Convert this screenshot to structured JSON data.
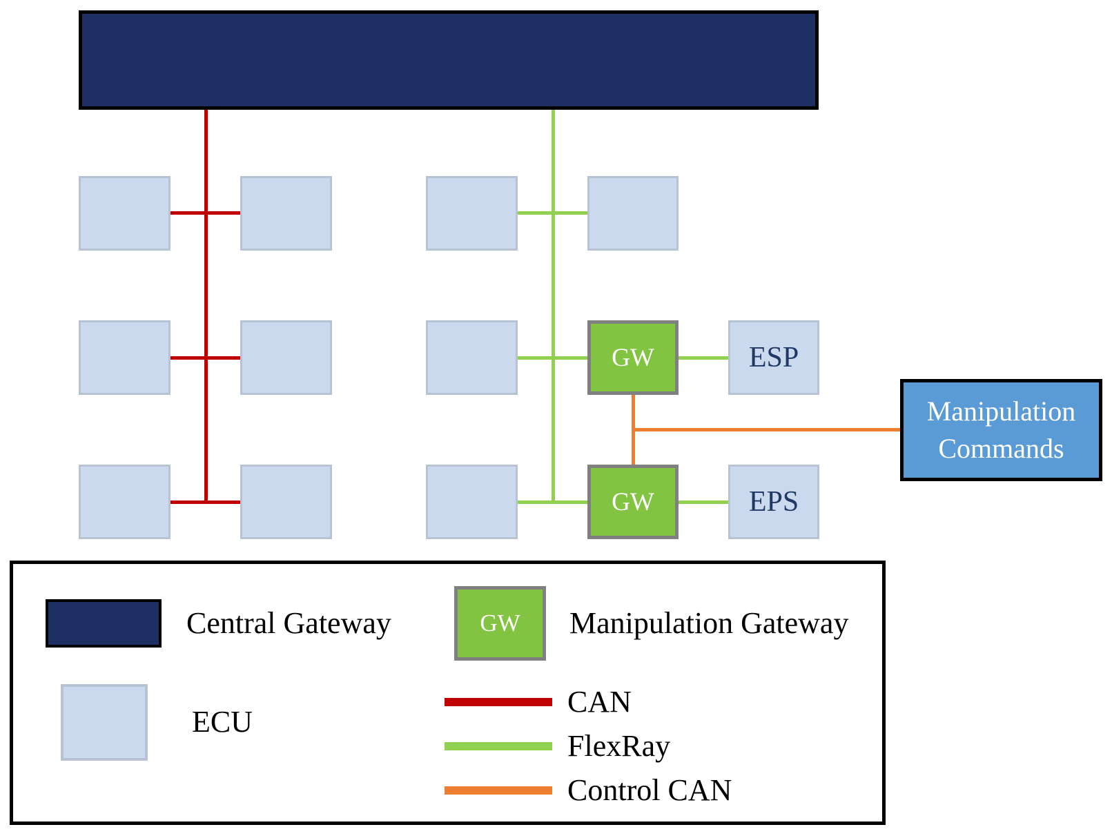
{
  "colors": {
    "navy": "#1E2F64",
    "ecu_fill": "#CBD9EE",
    "ecu_border": "#B7C3D2",
    "gw_green": "#82C341",
    "gw_border_gray": "#808080",
    "can_red": "#C00000",
    "flexray_green": "#92D050",
    "control_can_orange": "#ED7D31",
    "command_blue": "#5B9BD5",
    "node_text_navy": "#1F3864",
    "black": "#000000"
  },
  "nodes": {
    "gw_upper": "GW",
    "gw_lower": "GW",
    "esp": "ESP",
    "eps": "EPS",
    "manipulation_commands": {
      "line1": "Manipulation",
      "line2": "Commands"
    }
  },
  "legend": {
    "central_gateway_label": "Central Gateway",
    "manipulation_gateway_label": "Manipulation Gateway",
    "gw_swatch_text": "GW",
    "ecu_label": "ECU",
    "can_label": "CAN",
    "flexray_label": "FlexRay",
    "control_can_label": "Control CAN"
  }
}
